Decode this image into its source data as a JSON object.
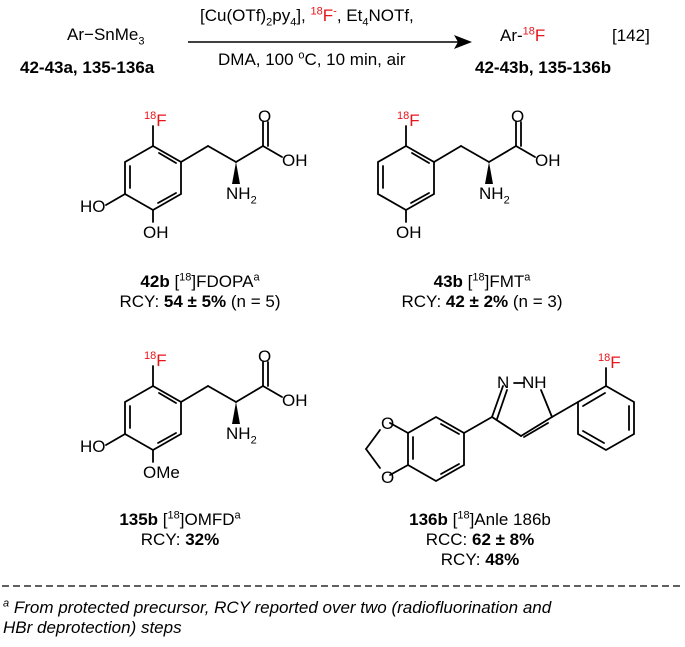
{
  "scheme": {
    "reactant": {
      "ar": "Ar",
      "dash": "−",
      "sn": "SnMe",
      "sn_sub": "3",
      "label": "42-43a, 135-136a"
    },
    "conditions_top": {
      "p1": "[Cu(OTf)",
      "p1_sub": "2",
      "p2": "py",
      "p2_sub": "4",
      "p3": "], ",
      "iso_sup": "18",
      "fluoride": "F",
      "minus_sup": "-",
      "p4": ", Et",
      "p4_sub": "4",
      "p5": "NOTf,"
    },
    "conditions_bottom": {
      "p1": "DMA, 100 ",
      "deg_sup": "o",
      "p2": "C, 10 min, air"
    },
    "product": {
      "ar": "Ar",
      "dash": "-",
      "iso_sup": "18",
      "f": "F",
      "label": "42-43b, 135-136b"
    },
    "ref": "[142]"
  },
  "atoms": {
    "F": "F",
    "iso": "18",
    "OH": "OH",
    "HO": "HO",
    "O": "O",
    "NH2": "NH",
    "NH2_sub": "2",
    "OMe": "OMe",
    "N": "N",
    "NH": "NH"
  },
  "compounds": [
    {
      "id": "42b",
      "name_pre": " [",
      "name_sup": "18",
      "name_post": "]FDOPA",
      "note_sup": "a",
      "metric_label": "RCY: ",
      "metric_value": "54 ± 5%",
      "metric_extra": " (n = 5)"
    },
    {
      "id": "43b",
      "name_pre": " [",
      "name_sup": "18",
      "name_post": "]FMT",
      "note_sup": "a",
      "metric_label": "RCY: ",
      "metric_value": "42 ± 2%",
      "metric_extra": " (n = 3)"
    },
    {
      "id": "135b",
      "name_pre": " [",
      "name_sup": "18",
      "name_post": "]OMFD",
      "note_sup": "a",
      "metric_label": "RCY: ",
      "metric_value": "32%",
      "metric_extra": ""
    },
    {
      "id": "136b",
      "name_pre": " [",
      "name_sup": "18",
      "name_post": "]Anle 186b",
      "note_sup": "",
      "metric_label": "RCC: ",
      "metric_value": "62 ± 8%",
      "metric_extra": "",
      "metric2_label": "RCY: ",
      "metric2_value": "48%"
    }
  ],
  "footnote": {
    "sup": "a",
    "line1": " From protected precursor, RCY reported over two (radiofluorination and",
    "line2": "HBr deprotection) steps"
  },
  "colors": {
    "fluorine": "#e8141b",
    "text": "#000000"
  }
}
